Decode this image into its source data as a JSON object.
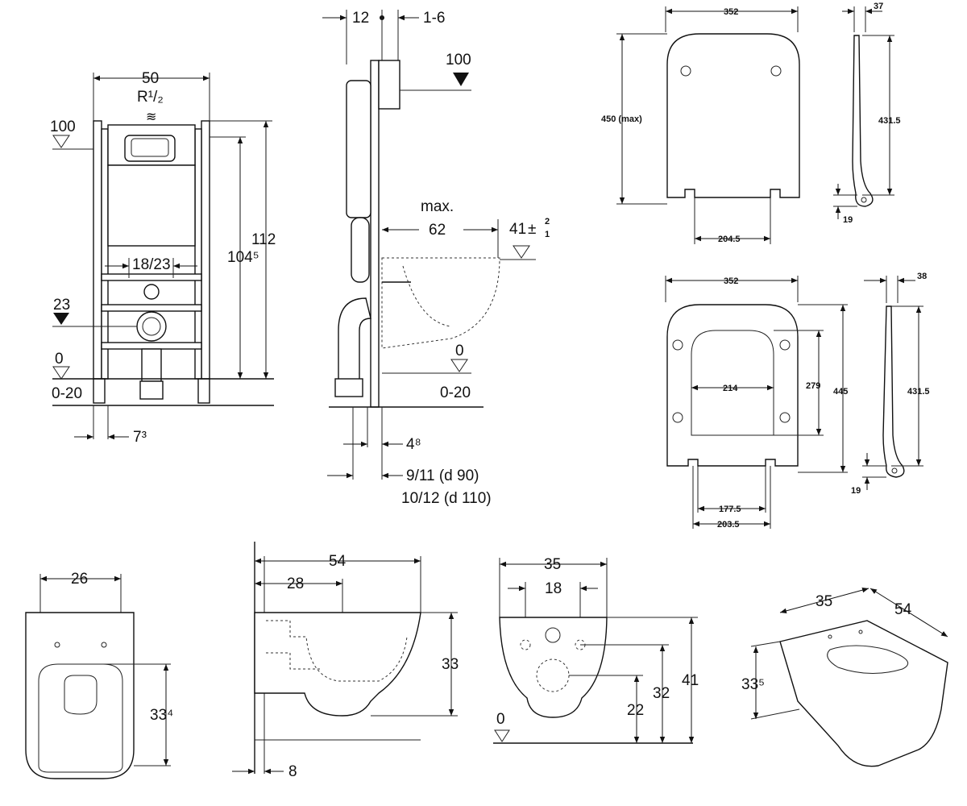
{
  "frame_front": {
    "width": "50",
    "r_label": "R¹/₂",
    "level_top": "100",
    "level_mid": "23",
    "level_floor": "0",
    "floor_range": "0-20",
    "pipe_spacing": "18/23",
    "height_inner": "104⁵",
    "height_total": "112",
    "foot_offset": "7³"
  },
  "frame_side": {
    "top_a": "12",
    "top_b": "1-6",
    "level_top": "100",
    "max_label": "max.",
    "projection": "62",
    "bowl_height": "41",
    "tol_plus": "2",
    "tol_minus": "1",
    "level_floor": "0",
    "floor_range": "0-20",
    "foot_a": "4⁸",
    "pipe_a": "9/11 (d 90)",
    "pipe_b": "10/12 (d 110)"
  },
  "seat_top": {
    "width": "352",
    "length": "450 (max)",
    "hinge_spacing": "204.5",
    "side_thickness": "37",
    "side_length": "431.5",
    "side_hinge": "19"
  },
  "seat_bottom": {
    "width": "352",
    "length": "445",
    "inner_width": "214",
    "inner_length": "279",
    "hinge_inner": "177.5",
    "hinge_outer": "203.5",
    "side_thickness": "38",
    "side_length": "431.5",
    "side_hinge": "19"
  },
  "bowl_front": {
    "width": "26",
    "height": "33⁴"
  },
  "bowl_side": {
    "length": "54",
    "inner": "28",
    "height": "33",
    "wall": "8"
  },
  "bowl_rear": {
    "width": "35",
    "spacing": "18",
    "height_total": "41",
    "height_b": "32",
    "height_a": "22",
    "level": "0"
  },
  "bowl_iso": {
    "width": "35",
    "length": "54",
    "height": "33⁵"
  }
}
